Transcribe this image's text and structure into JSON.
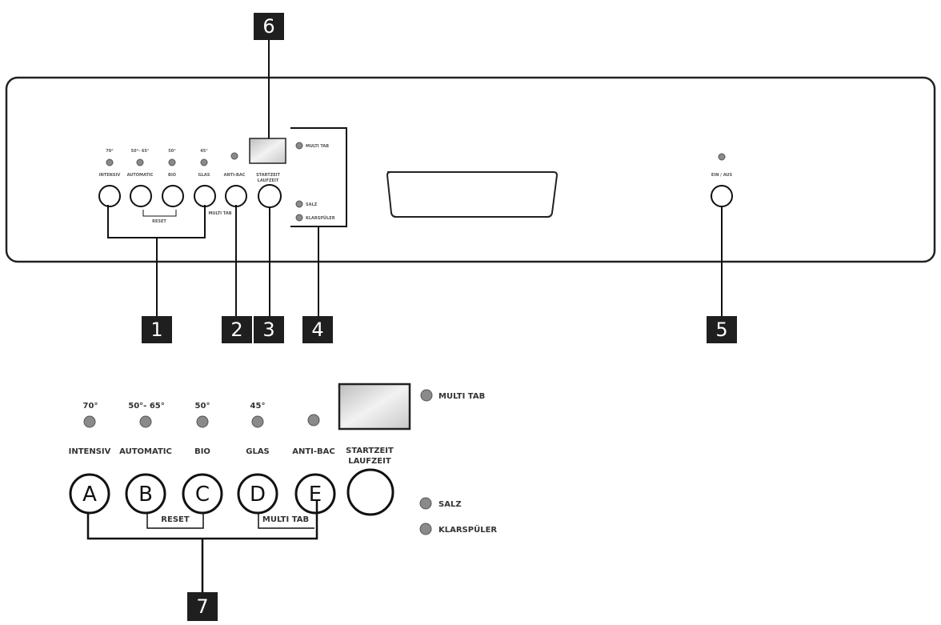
{
  "callouts": [
    "1",
    "2",
    "3",
    "4",
    "5",
    "6",
    "7"
  ],
  "panel": {
    "temps": [
      "70°",
      "50°- 65°",
      "50°",
      "45°"
    ],
    "programs": [
      "INTENSIV",
      "AUTOMATIC",
      "BIO",
      "GLAS",
      "ANTI-BAC"
    ],
    "startzeit": [
      "STARTZEIT",
      "LAUFZEIT"
    ],
    "reset": "RESET",
    "multitab": "MULTI TAB",
    "indicators": [
      "MULTI TAB",
      "SALZ",
      "KLARSPÜLER"
    ],
    "power_label": "EIN / AUS"
  },
  "detail": {
    "temps": [
      "70°",
      "50°- 65°",
      "50°",
      "45°"
    ],
    "programs": [
      "INTENSIV",
      "AUTOMATIC",
      "BIO",
      "GLAS",
      "ANTI-BAC"
    ],
    "startzeit": [
      "STARTZEIT",
      "LAUFZEIT"
    ],
    "button_letters": [
      "A",
      "B",
      "C",
      "D",
      "E"
    ],
    "reset": "RESET",
    "multitab": "MULTI TAB",
    "indicators": [
      "MULTI TAB",
      "SALZ",
      "KLARSPÜLER"
    ]
  },
  "colors": {
    "badge": "#1f1f1f",
    "led": "#8a8a8a",
    "display": "#d9d9d9"
  }
}
